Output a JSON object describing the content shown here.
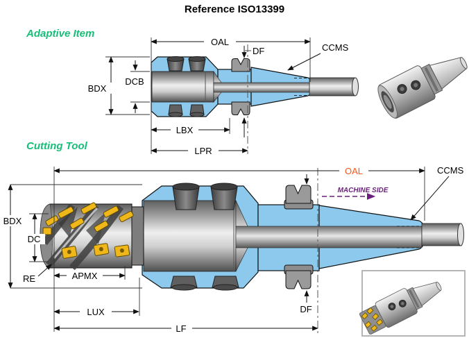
{
  "title": "Reference ISO13399",
  "sections": {
    "adaptive_item": {
      "label": "Adaptive Item",
      "dimensions": {
        "oal": "OAL",
        "df": "DF",
        "ccms": "CCMS",
        "bdx": "BDX",
        "dcb": "DCB",
        "lbx": "LBX",
        "lpr": "LPR"
      }
    },
    "cutting_tool": {
      "label": "Cutting Tool",
      "dimensions": {
        "oal": "OAL",
        "ccms": "CCMS",
        "machine_side": "MACHINE SIDE",
        "bdx": "BDX",
        "dc": "DC",
        "re": "RE",
        "apmx": "APMX",
        "lux": "LUX",
        "lf": "LF",
        "df": "DF"
      }
    }
  },
  "colors": {
    "section_label": "#16BE78",
    "oal_highlight": "#F4581C",
    "machine_side": "#6B1F7C",
    "holder_body_blue": "#8CC9EC",
    "insert_yellow": "#EFB719"
  }
}
